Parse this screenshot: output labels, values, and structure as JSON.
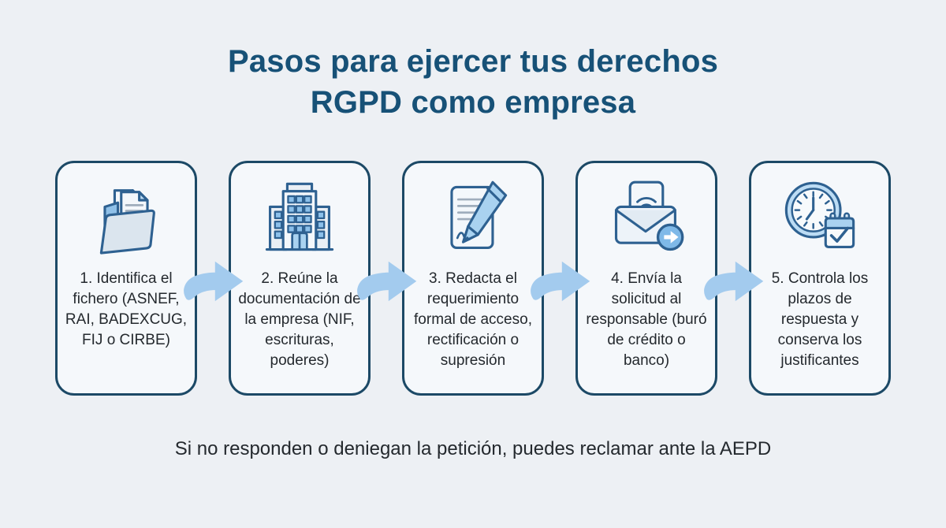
{
  "title": {
    "line1": "Pasos para ejercer tus derechos",
    "line2": "RGPD como empresa"
  },
  "steps": [
    {
      "label": "1. Identifica el fichero (ASNEF, RAI, BADEXCUG, FIJ o CIRBE)",
      "icon": "folder-documents-icon"
    },
    {
      "label": "2. Reúne la documentación de la empresa (NIF, escrituras, poderes)",
      "icon": "office-building-icon"
    },
    {
      "label": "3. Redacta el requerimiento formal de acceso, rectificación o supresión",
      "icon": "document-pen-icon"
    },
    {
      "label": "4. Envía la solicitud al responsable (buró de crédito o banco)",
      "icon": "send-envelope-icon"
    },
    {
      "label": "5. Controla los plazos de respuesta y conserva los justificantes",
      "icon": "clock-calendar-icon"
    }
  ],
  "footer": {
    "text": "Si no responden o deniegan la petición, puedes reclamar ante la AEPD"
  },
  "colors": {
    "background": "#edf0f4",
    "card_bg": "#f5f8fb",
    "card_border": "#1c4966",
    "title": "#175177",
    "body_text": "#24292e",
    "arrow": "#a3cbee",
    "icon_outline": "#2e6191",
    "icon_blue": "#8fc0e8",
    "icon_soft": "#bcdcf4",
    "icon_paper": "#f3f7fb"
  }
}
